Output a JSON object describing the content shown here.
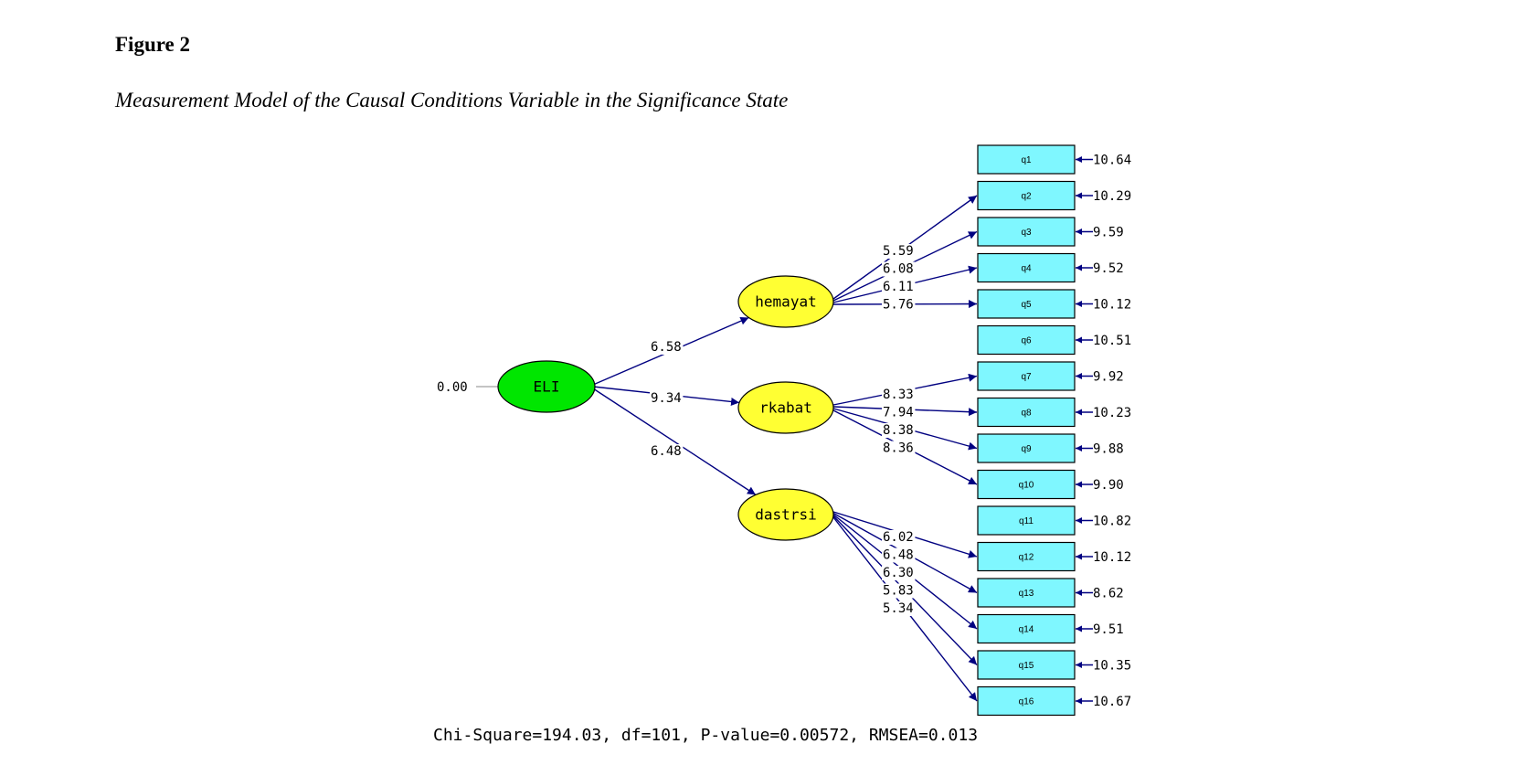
{
  "figure": {
    "label": "Figure 2",
    "caption": "Measurement Model of the Causal Conditions Variable in the Significance State"
  },
  "colors": {
    "exogenous_fill": "#00e600",
    "latent_fill": "#ffff33",
    "indicator_fill": "#7ff7ff",
    "path_stroke": "#000080"
  },
  "model": {
    "exogenous": {
      "name": "ELI",
      "variance_label": "0.00"
    },
    "latents": [
      {
        "name": "hemayat",
        "coef": "6.58",
        "loadings": [
          {
            "item": "q2",
            "coef": "5.59"
          },
          {
            "item": "q3",
            "coef": "6.08"
          },
          {
            "item": "q4",
            "coef": "6.11"
          },
          {
            "item": "q5",
            "coef": "5.76"
          }
        ]
      },
      {
        "name": "rkabat",
        "coef": "9.34",
        "loadings": [
          {
            "item": "q7",
            "coef": "8.33"
          },
          {
            "item": "q8",
            "coef": "7.94"
          },
          {
            "item": "q9",
            "coef": "8.38"
          },
          {
            "item": "q10",
            "coef": "8.36"
          }
        ]
      },
      {
        "name": "dastrsi",
        "coef": "6.48",
        "loadings": [
          {
            "item": "q12",
            "coef": "6.02"
          },
          {
            "item": "q13",
            "coef": "6.48"
          },
          {
            "item": "q14",
            "coef": "6.30"
          },
          {
            "item": "q15",
            "coef": "5.83"
          },
          {
            "item": "q16",
            "coef": "5.34"
          }
        ]
      }
    ],
    "indicators": [
      {
        "name": "q1",
        "error": "10.64"
      },
      {
        "name": "q2",
        "error": "10.29"
      },
      {
        "name": "q3",
        "error": "9.59"
      },
      {
        "name": "q4",
        "error": "9.52"
      },
      {
        "name": "q5",
        "error": "10.12"
      },
      {
        "name": "q6",
        "error": "10.51"
      },
      {
        "name": "q7",
        "error": "9.92"
      },
      {
        "name": "q8",
        "error": "10.23"
      },
      {
        "name": "q9",
        "error": "9.88"
      },
      {
        "name": "q10",
        "error": "9.90"
      },
      {
        "name": "q11",
        "error": "10.82"
      },
      {
        "name": "q12",
        "error": "10.12"
      },
      {
        "name": "q13",
        "error": "8.62"
      },
      {
        "name": "q14",
        "error": "9.51"
      },
      {
        "name": "q15",
        "error": "10.35"
      },
      {
        "name": "q16",
        "error": "10.67"
      }
    ]
  },
  "fit_statistics": "Chi-Square=194.03, df=101, P-value=0.00572, RMSEA=0.013"
}
